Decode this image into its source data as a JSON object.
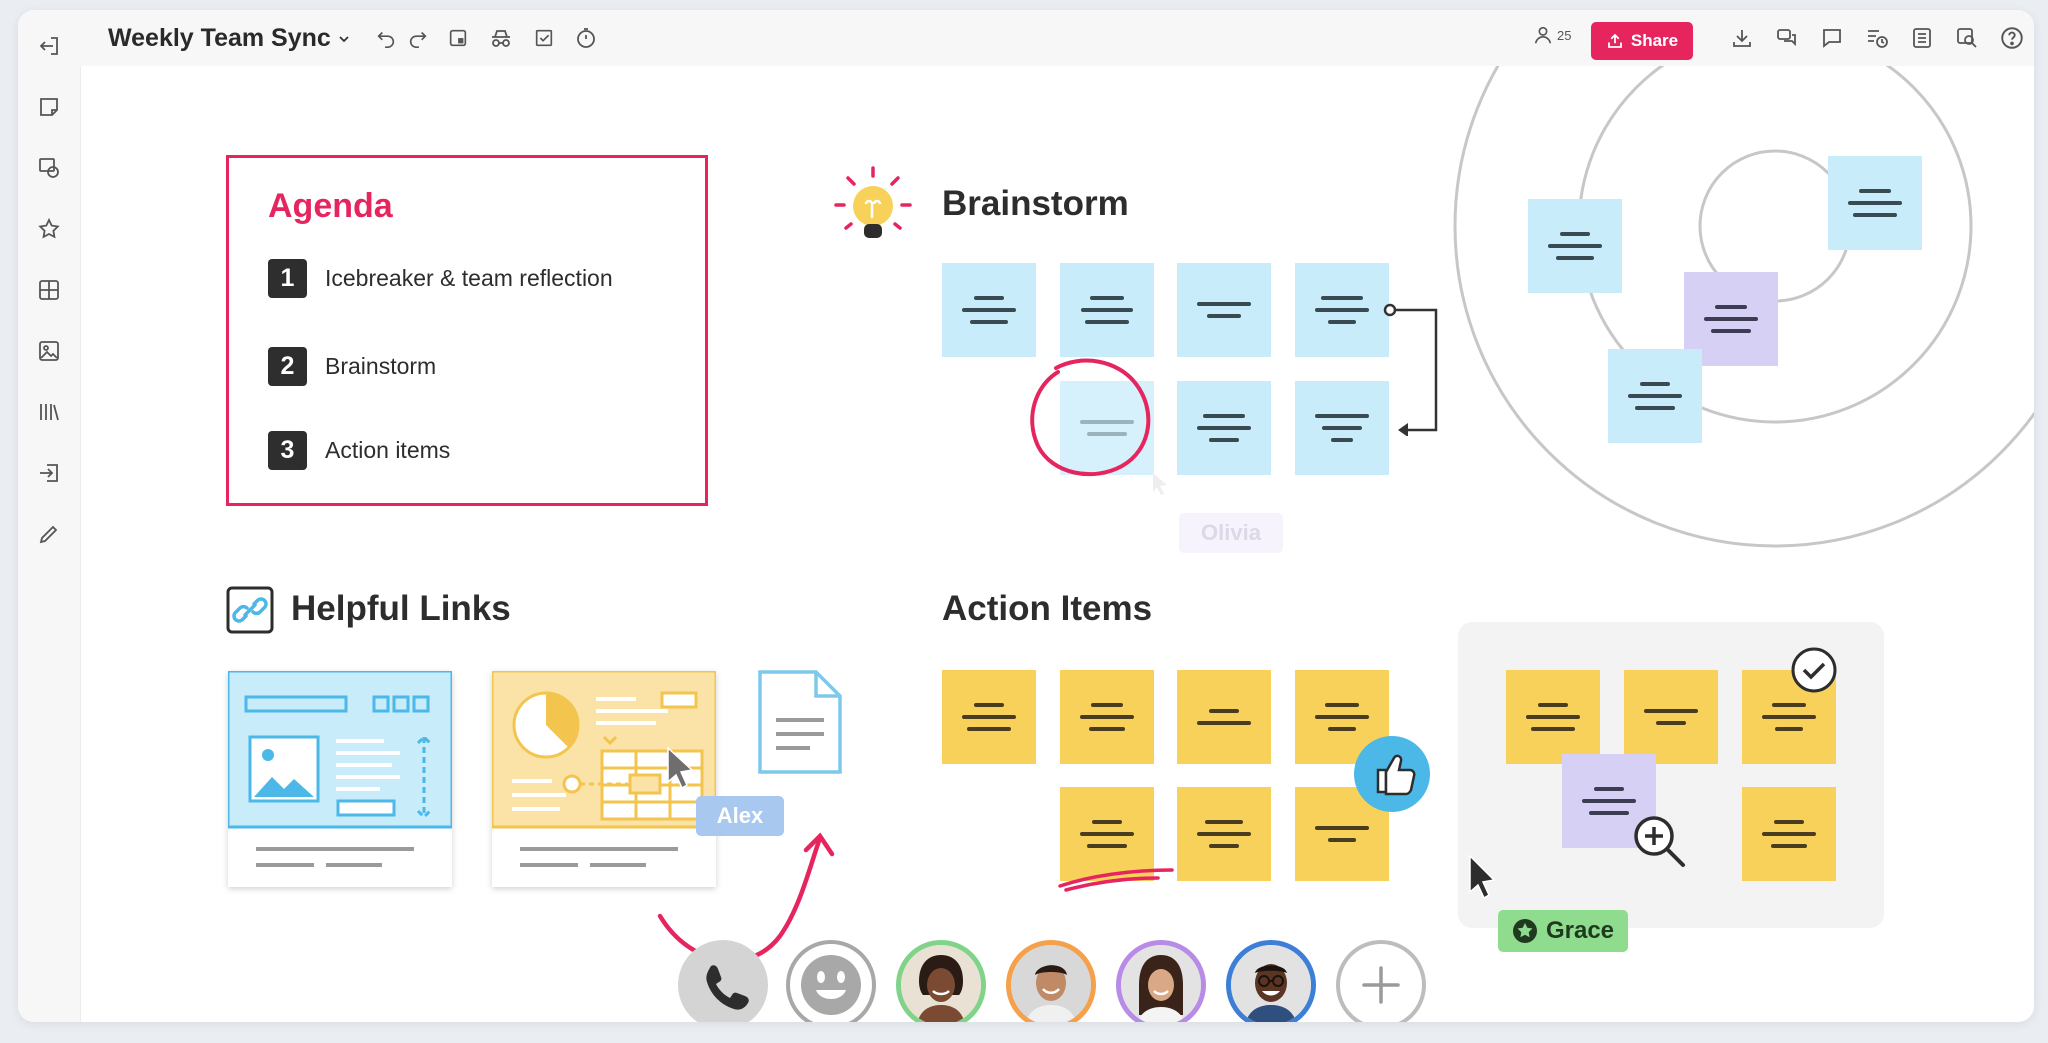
{
  "header": {
    "board_title": "Weekly Team Sync",
    "user_count": "25",
    "share_label": "Share"
  },
  "agenda": {
    "title": "Agenda",
    "items": [
      {
        "num": "1",
        "text": "Icebreaker & team reflection"
      },
      {
        "num": "2",
        "text": "Brainstorm"
      },
      {
        "num": "3",
        "text": "Action items"
      }
    ]
  },
  "brainstorm": {
    "title": "Brainstorm"
  },
  "helpful_links": {
    "title": "Helpful Links"
  },
  "action_items": {
    "title": "Action Items"
  },
  "cursors": {
    "olivia": "Olivia",
    "alex": "Alex",
    "grace": "Grace"
  },
  "colors": {
    "accent": "#e6255f",
    "sticky_blue": "#c9ecfa",
    "sticky_yellow": "#f8d15b",
    "sticky_purple": "#d7d0f5",
    "grace_tag": "#8fdc8f",
    "alex_tag": "#a9c8ef"
  },
  "icons": {
    "sidebar": [
      "exit-icon",
      "sticky-note-icon",
      "shapes-icon",
      "star-icon",
      "table-icon",
      "image-icon",
      "library-icon",
      "import-icon",
      "pen-icon"
    ],
    "toolbar": [
      "undo-icon",
      "redo-icon",
      "frame-icon",
      "incognito-icon",
      "checklist-icon",
      "timer-icon"
    ],
    "right_toolbar": [
      "user-icon",
      "download-icon",
      "comments-icon",
      "chat-icon",
      "activity-icon",
      "outline-icon",
      "search-icon",
      "help-icon"
    ],
    "call_bar": [
      "phone-icon",
      "emoji-icon",
      "add-icon"
    ]
  }
}
